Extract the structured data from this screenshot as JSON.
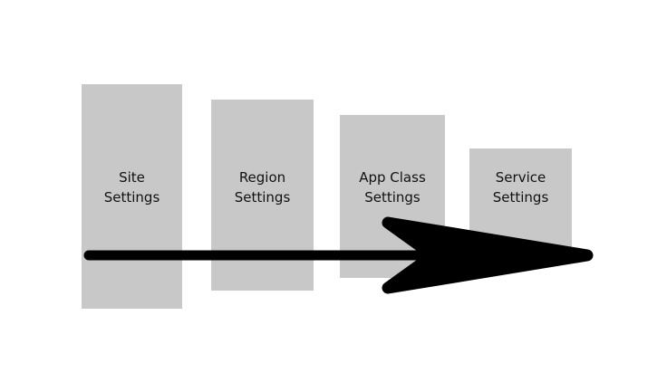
{
  "diagram": {
    "colors": {
      "background": "#ffffff",
      "box_fill": "#c8c8c8",
      "arrow": "#000000",
      "text": "#111111"
    },
    "boxes": [
      {
        "id": "site-settings",
        "lines": [
          "Site",
          "Settings"
        ]
      },
      {
        "id": "region-settings",
        "lines": [
          "Region",
          "Settings"
        ]
      },
      {
        "id": "app-class-settings",
        "lines": [
          "App Class",
          "Settings"
        ]
      },
      {
        "id": "service-settings",
        "lines": [
          "Service",
          "Settings"
        ]
      }
    ],
    "arrow": {
      "icon": "right-arrow-icon",
      "direction": "right"
    }
  }
}
